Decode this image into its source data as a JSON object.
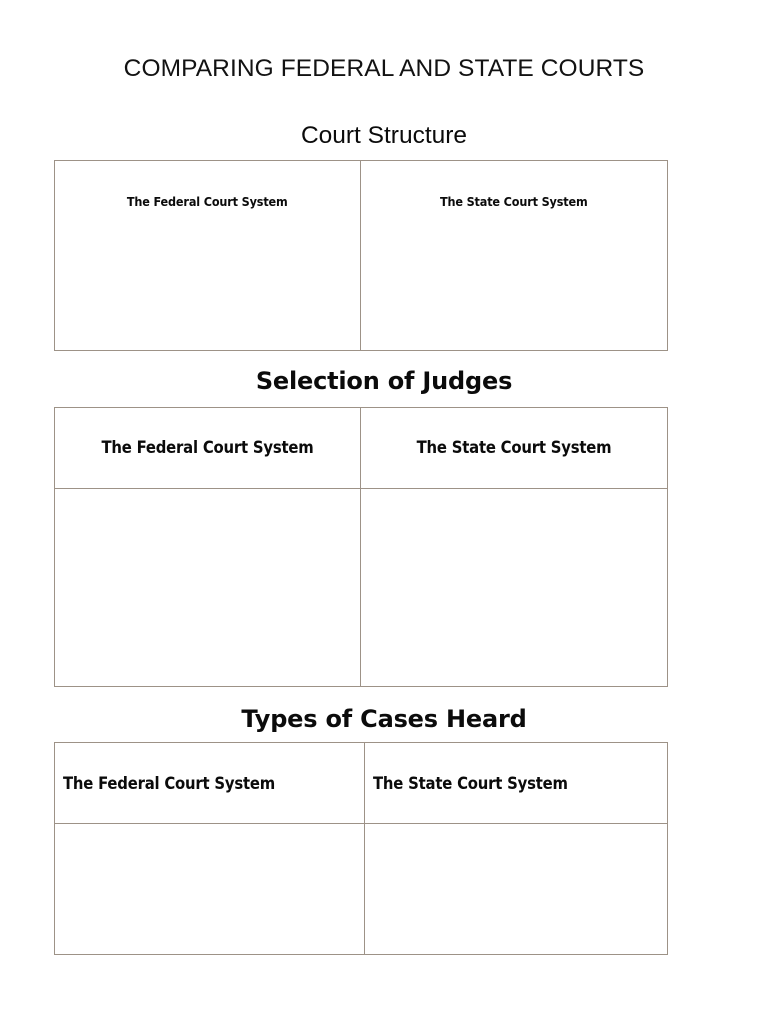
{
  "document": {
    "title": "COMPARING FEDERAL AND STATE COURTS",
    "background_color": "#ffffff",
    "text_color": "#111111",
    "table_border_color": "#9d9287"
  },
  "sections": [
    {
      "heading": "Court Structure",
      "heading_style": "light",
      "table": {
        "columns": [
          {
            "header": "The Federal Court System",
            "align": "center",
            "body": ""
          },
          {
            "header": "The State Court System",
            "align": "center",
            "body": ""
          }
        ],
        "has_header_separator": false
      }
    },
    {
      "heading": "Selection of Judges",
      "heading_style": "heavy",
      "table": {
        "columns": [
          {
            "header": "The Federal Court System",
            "align": "center",
            "body": ""
          },
          {
            "header": "The State Court System",
            "align": "center",
            "body": ""
          }
        ],
        "has_header_separator": true
      }
    },
    {
      "heading": "Types of Cases Heard",
      "heading_style": "heavy",
      "table": {
        "columns": [
          {
            "header": "The Federal Court System",
            "align": "left",
            "body": ""
          },
          {
            "header": "The State Court System",
            "align": "left",
            "body": ""
          }
        ],
        "has_header_separator": true
      }
    }
  ]
}
